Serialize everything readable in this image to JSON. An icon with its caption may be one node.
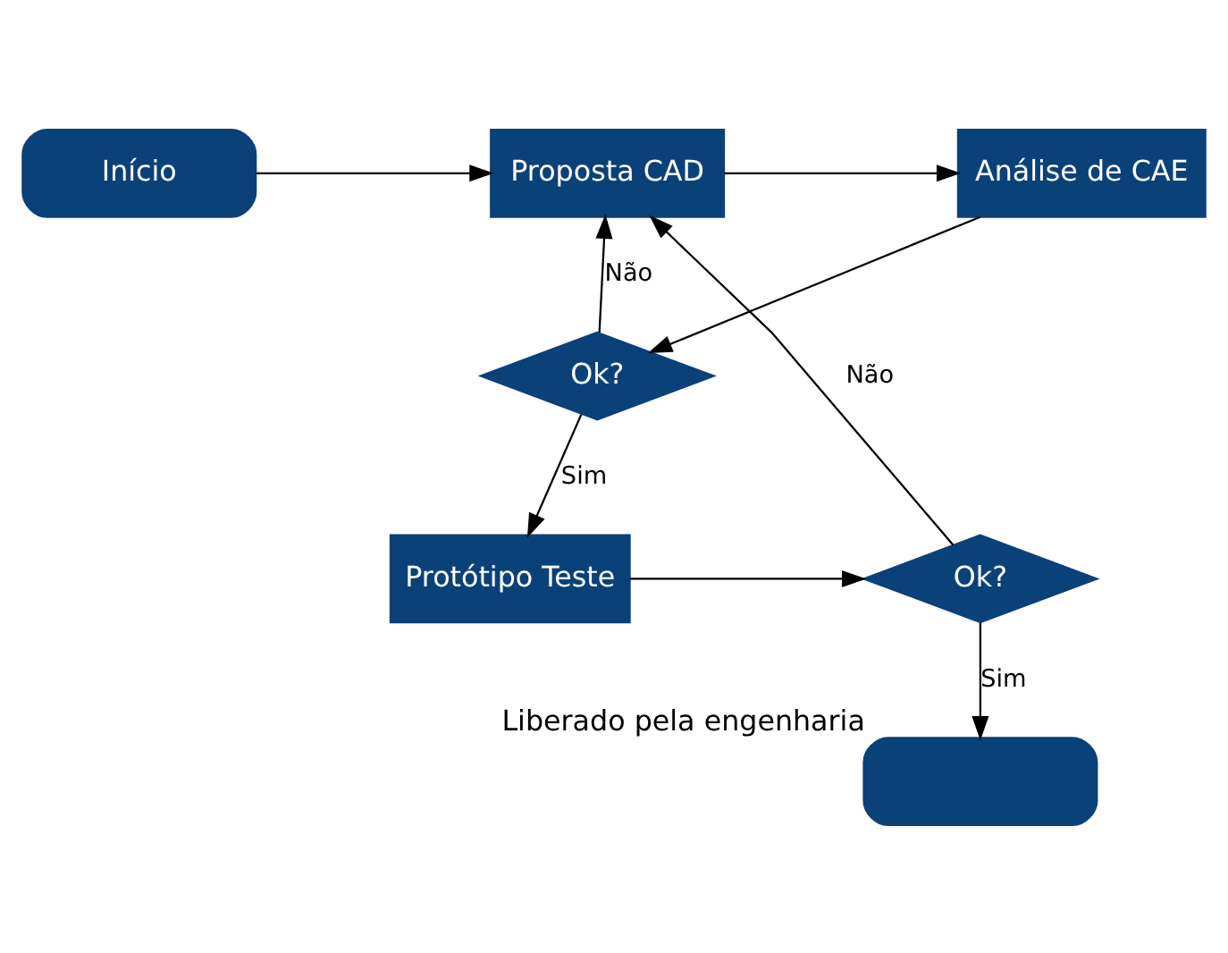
{
  "diagram": {
    "nodes": [
      {
        "text": [
          "Início"
        ]
      },
      {
        "text": [
          "Proposta CAD"
        ]
      },
      {
        "text": [
          "Análise de CAE"
        ]
      },
      {
        "text": [
          "Ok?"
        ]
      },
      {
        "text": [
          "Protótipo Teste"
        ]
      },
      {
        "text": [
          "Ok?"
        ]
      },
      {
        "text": [],
        "shape": "box",
        "beside": [
          "Liberado pela engenharia"
        ]
      }
    ],
    "edges": [
      {
        "from": 0,
        "to": 1,
        "arrow": "to"
      },
      {
        "from": 1,
        "to": 2,
        "arrow": "to"
      },
      {
        "from": 2,
        "to": 3,
        "arrow": "to"
      },
      {
        "from": 3,
        "to": 1,
        "arrow": "to",
        "label": "Não"
      },
      {
        "from": 3,
        "to": 4,
        "arrow": "to",
        "label": "Sim"
      },
      {
        "from": 4,
        "to": 5,
        "arrow": "to"
      },
      {
        "from": 5,
        "to": 1,
        "arrow": "to",
        "label": "Não"
      },
      {
        "from": 5,
        "to": 6,
        "arrow": "to",
        "label": "Sim"
      }
    ]
  }
}
